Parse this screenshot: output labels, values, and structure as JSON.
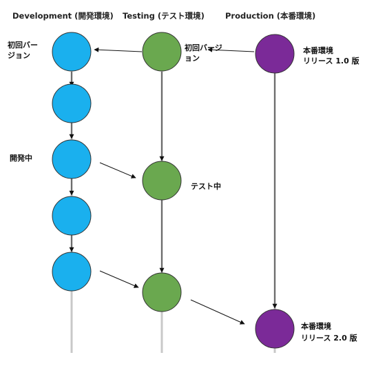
{
  "lanes": [
    {
      "title": "Development (開発環境)"
    },
    {
      "title": "Testing (テスト環境)"
    },
    {
      "title": "Production (本番環境)"
    }
  ],
  "colors": {
    "development": "#1ab0ee",
    "testing": "#6aa84f",
    "production": "#7b2a98",
    "lane_line": "#c8c8c8",
    "arrow": "#111111"
  },
  "labels": {
    "dev_initial": [
      "初回バー",
      "ジョン"
    ],
    "dev_in_progress": "開発中",
    "test_initial": [
      "初回バージ",
      "ョン"
    ],
    "test_in_progress": "テスト中",
    "prod_release_1": [
      "本番環境",
      "リリース 1.0 版"
    ],
    "prod_release_2": [
      "本番環境",
      "リリース 2.0 版"
    ]
  }
}
